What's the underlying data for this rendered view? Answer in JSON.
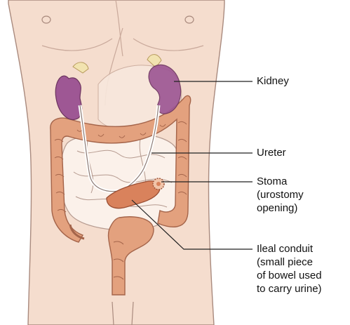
{
  "labels": {
    "kidney": "Kidney",
    "ureter": "Ureter",
    "stoma": "Stoma\n(urostomy\nopening)",
    "ileal_conduit": "Ileal conduit\n(small piece\nof bowel used\nto carry urine)"
  },
  "colors": {
    "skin": "#f5ddce",
    "skin_outline": "#a98a7e",
    "kidney": "#9e5794",
    "adrenal": "#f2e3b0",
    "bowel": "#e3a17e",
    "small_intestine": "#fbf1ea",
    "conduit": "#d9825c",
    "leader_line": "#222222"
  },
  "icons": [
    "body-torso",
    "kidney-left",
    "kidney-right",
    "ureter-left",
    "ureter-right",
    "large-intestine",
    "small-intestine",
    "ileal-conduit",
    "stoma"
  ]
}
